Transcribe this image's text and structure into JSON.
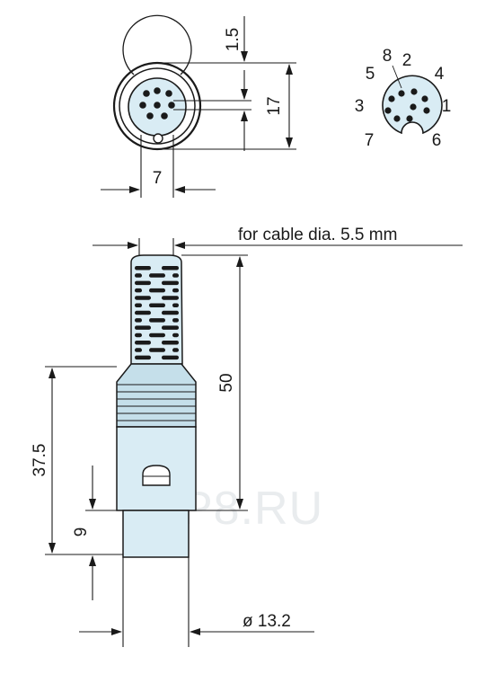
{
  "colors": {
    "body_fill": "#d9ecf4",
    "line": "#1a1a1a",
    "watermark": "#e9ecee"
  },
  "dimensions": {
    "top_offset": "1.5",
    "front_height": "17",
    "front_width": "7",
    "overall_length": "50",
    "body_length": "37.5",
    "plug_length": "9",
    "diameter": "ø 13.2"
  },
  "callout": {
    "cable": "for cable dia. 5.5 mm"
  },
  "pins": {
    "labels": [
      "8",
      "2",
      "5",
      "4",
      "3",
      "1",
      "7",
      "6"
    ]
  },
  "watermark": {
    "text": "DIP8.RU"
  }
}
